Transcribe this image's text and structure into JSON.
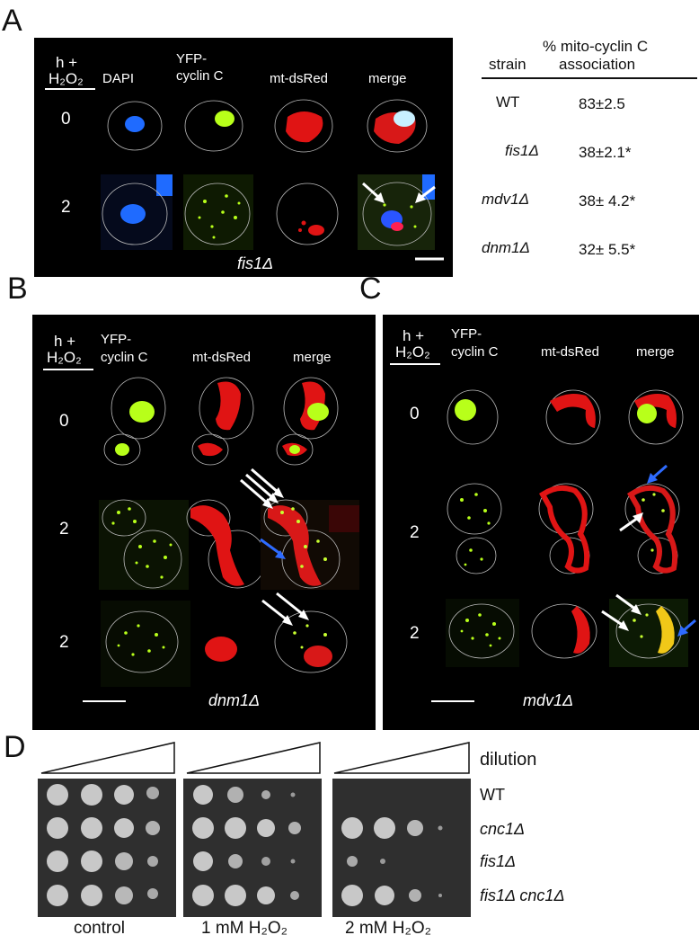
{
  "panel_a": {
    "label": "A",
    "col_time": [
      "h +",
      "H₂O₂"
    ],
    "columns": [
      "DAPI",
      "YFP-\ncyclin C",
      "mt-dsRed",
      "merge"
    ],
    "rows": [
      "0",
      "2"
    ],
    "strain": "fis1Δ"
  },
  "table": {
    "headers": [
      "strain",
      "% mito-cyclin C",
      "association"
    ],
    "rows": [
      {
        "strain": "WT",
        "value": "83±2.5",
        "italic": false
      },
      {
        "strain": "fis1Δ",
        "value": "38±2.1*",
        "italic": true
      },
      {
        "strain": "mdv1Δ",
        "value": "38± 4.2*",
        "italic": true
      },
      {
        "strain": "dnm1Δ",
        "value": "32± 5.5*",
        "italic": true
      }
    ]
  },
  "panel_b": {
    "label": "B",
    "col_time": [
      "h +",
      "H₂O₂"
    ],
    "columns": [
      "YFP-",
      "cyclin C",
      "mt-dsRed",
      "merge"
    ],
    "rows": [
      "0",
      "2",
      "2"
    ],
    "strain": "dnm1Δ"
  },
  "panel_c": {
    "label": "C",
    "col_time": [
      "h +",
      "H₂O₂"
    ],
    "columns": [
      "YFP-",
      "cyclin C",
      "mt-dsRed",
      "merge"
    ],
    "rows": [
      "0",
      "2",
      "2"
    ],
    "strain": "mdv1Δ"
  },
  "panel_d": {
    "label": "D",
    "dilution": "dilution",
    "strains": [
      "WT",
      "cnc1Δ",
      "fis1Δ",
      "fis1Δ cnc1Δ"
    ],
    "conditions": [
      "control",
      "1 mM H₂O₂",
      "2 mM H₂O₂"
    ]
  },
  "colors": {
    "dapi": "#1f6bff",
    "yfp": "#b8ff1a",
    "dsred": "#ff1a1a",
    "arrow_white": "#ffffff",
    "arrow_blue": "#2e6bff"
  }
}
